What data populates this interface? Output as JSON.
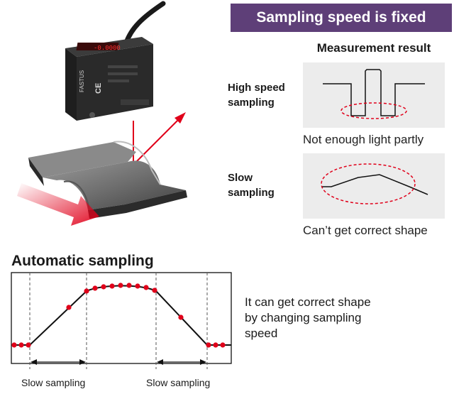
{
  "header": {
    "title": "Sampling speed is fixed"
  },
  "measurement": {
    "title": "Measurement result",
    "high_speed": {
      "label_line1": "High speed",
      "label_line2": "sampling",
      "caption": "Not enough light partly"
    },
    "slow": {
      "label_line1": "Slow",
      "label_line2": "sampling",
      "caption": "Can’t get correct shape"
    }
  },
  "sensor": {
    "brand": "FASTUS",
    "mark": "CE",
    "display": "-0.0000"
  },
  "automatic": {
    "title": "Automatic sampling",
    "note": "It can get correct shape by changing sampling speed",
    "slow_left": "Slow sampling",
    "slow_right": "Slow sampling"
  },
  "colors": {
    "accent": "#5e3f78",
    "point": "#e0001a",
    "arrow": "#e0001a",
    "panel": "#ececec"
  }
}
